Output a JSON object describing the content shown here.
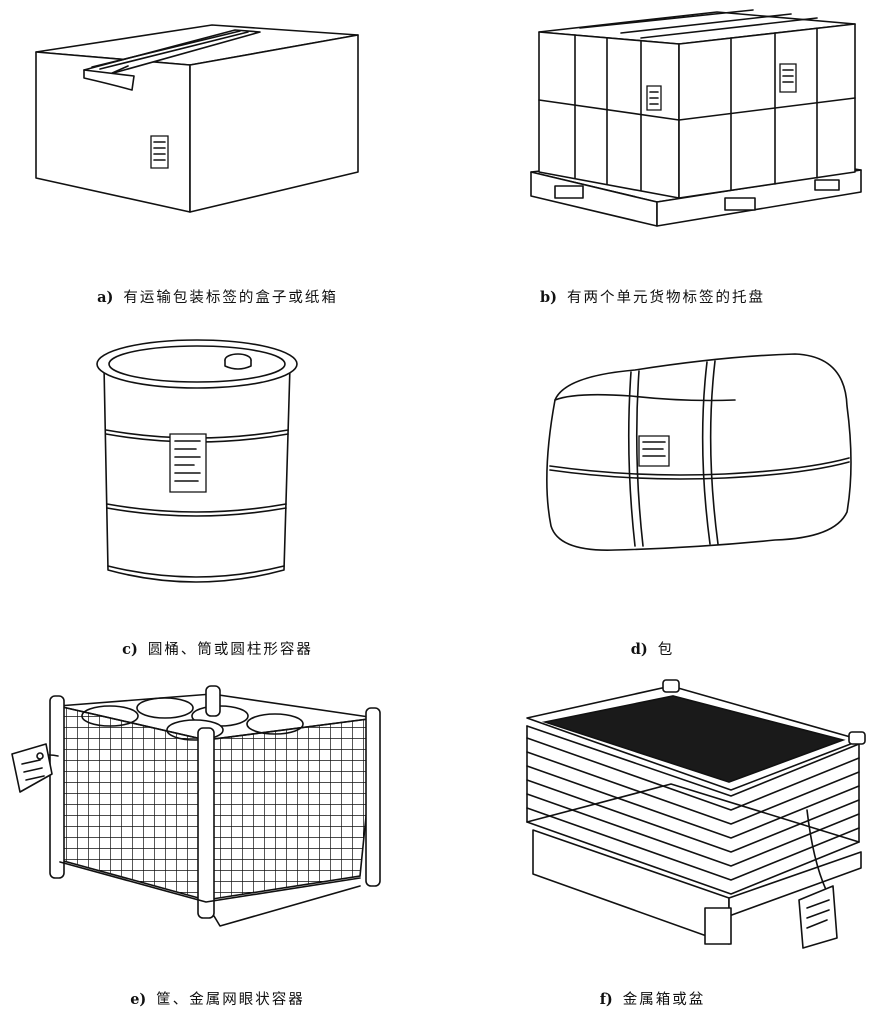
{
  "figures": [
    {
      "letter": "a)",
      "label": "有运输包装标签的盒子或纸箱",
      "icon": "cardboard-box-icon"
    },
    {
      "letter": "b)",
      "label": "有两个单元货物标签的托盘",
      "icon": "pallet-icon"
    },
    {
      "letter": "c)",
      "label": "圆桶、筒或圆柱形容器",
      "icon": "drum-icon"
    },
    {
      "letter": "d)",
      "label": "包",
      "icon": "bale-icon"
    },
    {
      "letter": "e)",
      "label": "筐、金属网眼状容器",
      "icon": "wire-basket-icon"
    },
    {
      "letter": "f)",
      "label": "金属箱或盆",
      "icon": "metal-bin-icon"
    }
  ]
}
